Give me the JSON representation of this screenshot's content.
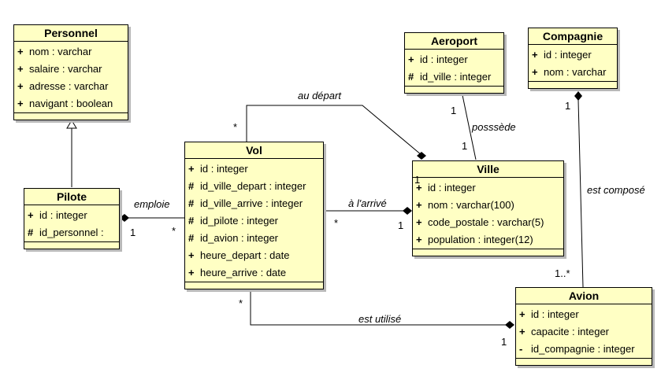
{
  "classes": {
    "personnel": {
      "name": "Personnel",
      "attributes": [
        {
          "vis": "+",
          "text": "nom : varchar"
        },
        {
          "vis": "+",
          "text": "salaire : varchar"
        },
        {
          "vis": "+",
          "text": "adresse : varchar"
        },
        {
          "vis": "+",
          "text": "navigant : boolean"
        }
      ]
    },
    "pilote": {
      "name": "Pilote",
      "attributes": [
        {
          "vis": "+",
          "text": "id : integer"
        },
        {
          "vis": "#",
          "text": "id_personnel :"
        }
      ]
    },
    "vol": {
      "name": "Vol",
      "attributes": [
        {
          "vis": "+",
          "text": "id : integer"
        },
        {
          "vis": "#",
          "text": "id_ville_depart : integer"
        },
        {
          "vis": "#",
          "text": "id_ville_arrive : integer"
        },
        {
          "vis": "#",
          "text": "id_pilote : integer"
        },
        {
          "vis": "#",
          "text": "id_avion : integer"
        },
        {
          "vis": "+",
          "text": "heure_depart : date"
        },
        {
          "vis": "+",
          "text": "heure_arrive : date"
        }
      ]
    },
    "aeroport": {
      "name": "Aeroport",
      "attributes": [
        {
          "vis": "+",
          "text": "id : integer"
        },
        {
          "vis": "#",
          "text": "id_ville : integer"
        }
      ]
    },
    "compagnie": {
      "name": "Compagnie",
      "attributes": [
        {
          "vis": "+",
          "text": "id : integer"
        },
        {
          "vis": "+",
          "text": "nom : varchar"
        }
      ]
    },
    "ville": {
      "name": "Ville",
      "attributes": [
        {
          "vis": "+",
          "text": "id : integer"
        },
        {
          "vis": "+",
          "text": "nom : varchar(100)"
        },
        {
          "vis": "+",
          "text": "code_postale : varchar(5)"
        },
        {
          "vis": "+",
          "text": "population : integer(12)"
        }
      ]
    },
    "avion": {
      "name": "Avion",
      "attributes": [
        {
          "vis": "+",
          "text": "id : integer"
        },
        {
          "vis": "+",
          "text": "capacite : integer"
        },
        {
          "vis": "-",
          "text": "id_compagnie : integer"
        }
      ]
    }
  },
  "associations": {
    "au_depart": {
      "label": "au départ",
      "mult_vol": "*"
    },
    "emploie": {
      "label": "emploie",
      "mult_pilote": "1",
      "mult_vol": "*"
    },
    "a_larrive": {
      "label": "à l'arrivé",
      "mult_vol": "*",
      "mult_ville": "1"
    },
    "possede": {
      "label": "posssède",
      "mult_aeroport": "1",
      "mult_ville": "1"
    },
    "est_compose": {
      "label": "est composé",
      "mult_compagnie": "1",
      "mult_avion": "1..*"
    },
    "est_utilise": {
      "label": "est utilisé",
      "mult_vol": "*",
      "mult_avion": "1"
    },
    "ville_depart_mult": "1"
  }
}
